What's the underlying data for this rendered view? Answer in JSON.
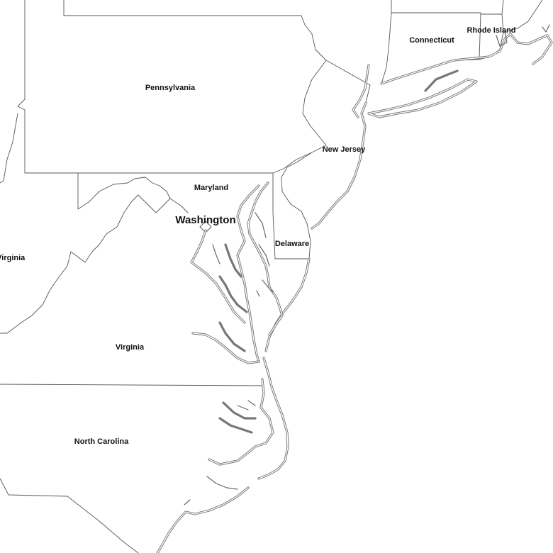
{
  "map": {
    "labels": {
      "pennsylvania": "Pennsylvania",
      "connecticut": "Connecticut",
      "rhode_island": "Rhode Island",
      "new_jersey": "New Jersey",
      "maryland": "Maryland",
      "delaware": "Delaware",
      "washington": "Washington",
      "west_virginia": "West Virginia",
      "virginia": "Virginia",
      "north_carolina": "North Carolina"
    },
    "colors": {
      "background": "#ffffff",
      "border": "#555555",
      "coastline": "#666666",
      "label": "#111111"
    }
  }
}
